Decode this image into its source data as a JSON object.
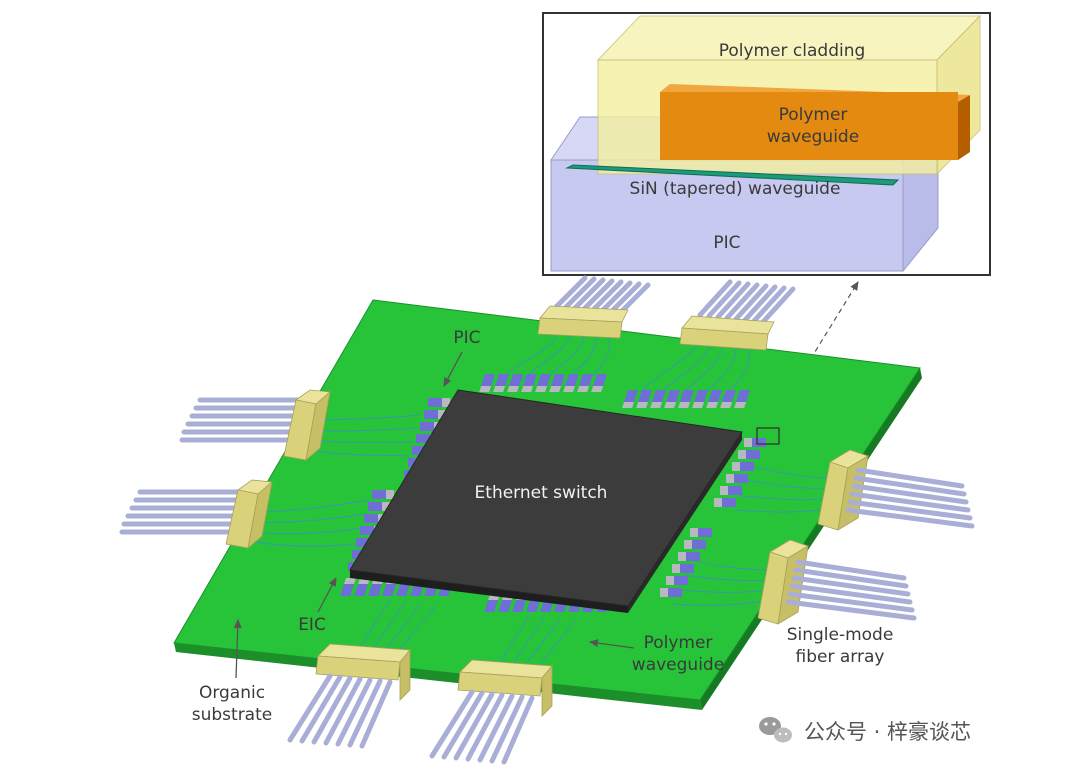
{
  "inset": {
    "polymer_cladding": "Polymer cladding",
    "polymer_waveguide": [
      "Polymer",
      "waveguide"
    ],
    "sin_waveguide": "SiN (tapered) waveguide",
    "pic": "PIC"
  },
  "labels": {
    "pic": "PIC",
    "ethernet_switch": "Ethernet switch",
    "eic": "EIC",
    "polymer_waveguide": [
      "Polymer",
      "waveguide"
    ],
    "fiber_array": [
      "Single-mode",
      "fiber array"
    ],
    "organic_substrate": [
      "Organic",
      "substrate"
    ]
  },
  "watermark": "公众号 · 梓豪谈芯",
  "colors": {
    "substrate": "#27c43a",
    "switch": "#3c3c3c",
    "pic_chip": "#6e6ed6",
    "eic_chip": "#b8b8c0",
    "connector": "#d9d27a",
    "fiber": "#a9aed6",
    "cladding": "#f5f0a0",
    "polymer_core": "#e58a10",
    "sin": "#1c9a7a",
    "inset_pic": "#c7c9f0"
  }
}
